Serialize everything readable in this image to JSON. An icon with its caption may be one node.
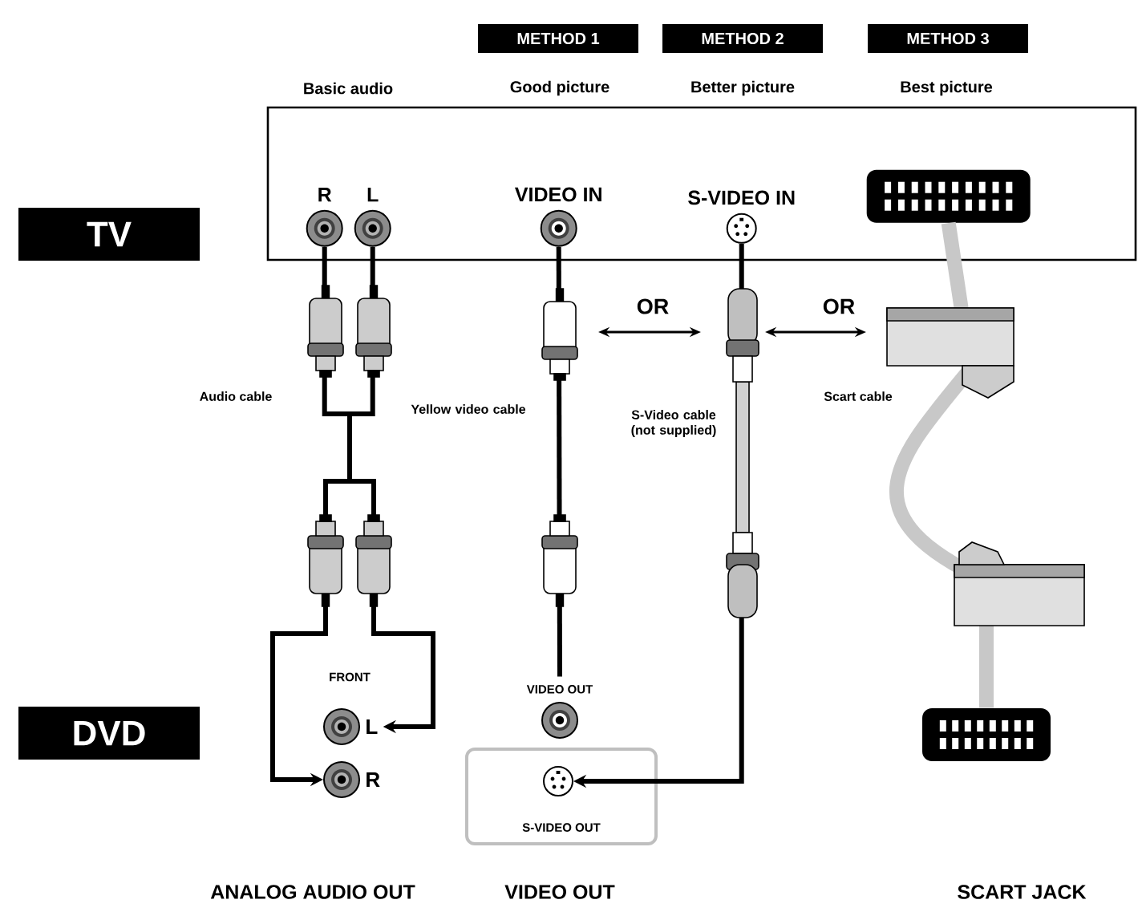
{
  "diagram": {
    "nodes": [
      {
        "text": [
          "METHOD 1"
        ]
      },
      {
        "text": [
          "METHOD 2"
        ]
      },
      {
        "text": [
          "METHOD 3"
        ]
      },
      {
        "text": [
          "TV"
        ]
      },
      {
        "text": [],
        "shape": "box"
      },
      {
        "text": [
          "R"
        ],
        "in": 4
      },
      {
        "text": [
          "L"
        ],
        "in": 4
      },
      {
        "text": [
          "VIDEO IN"
        ],
        "in": 4
      },
      {
        "text": [
          "S-VIDEO IN"
        ],
        "in": 4
      },
      {
        "text": [],
        "shape": "socket",
        "in": 4
      },
      {
        "text": [
          "DVD"
        ]
      },
      {
        "text": [
          "L"
        ]
      },
      {
        "text": [
          "R"
        ]
      },
      {
        "text": [
          "VIDEO OUT"
        ]
      },
      {
        "text": [
          "S-VIDEO OUT"
        ]
      },
      {
        "text": [],
        "shape": "circle",
        "in": 14
      },
      {
        "text": [],
        "shape": "socket"
      }
    ],
    "edges": [
      {
        "from": 5,
        "to": 12,
        "arrow": "to",
        "label": "Audio cable"
      },
      {
        "from": 6,
        "to": 11,
        "arrow": "to"
      },
      {
        "from": 7,
        "to": 13,
        "arrow": "none",
        "label": "Yellow video cable"
      },
      {
        "from": 8,
        "to": 15,
        "arrow": "to",
        "label": "S-Video cable (not supplied)"
      },
      {
        "from": 9,
        "to": 16,
        "arrow": "none",
        "label": "Scart cable",
        "style": "thick",
        "color": "#c8c8c8"
      }
    ],
    "labels": [
      "Basic audio",
      "Good picture",
      "Better picture",
      "Best picture",
      "OR",
      "OR",
      "FRONT",
      "ANALOG AUDIO OUT",
      "VIDEO OUT",
      "SCART JACK"
    ]
  }
}
